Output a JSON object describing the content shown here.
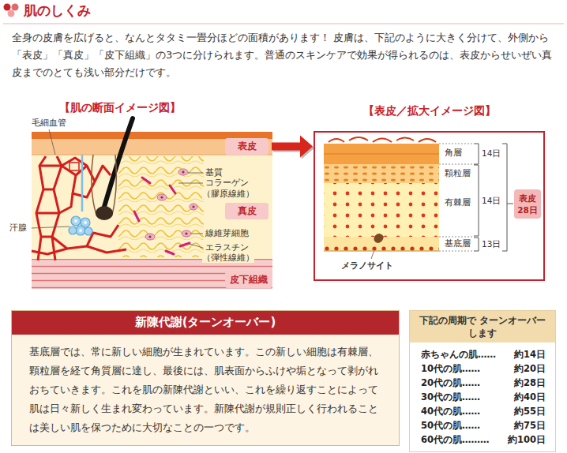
{
  "diagram": {
    "title": "肌のしくみ",
    "nodes": [
      {
        "text": [
          "表皮"
        ]
      },
      {
        "text": [
          "真皮"
        ]
      },
      {
        "text": [
          "皮下組織"
        ]
      },
      {
        "text": [
          "【表皮／拡大イメージ図】"
        ]
      },
      {
        "text": [
          "表皮",
          "28日"
        ],
        "in": 3
      },
      {
        "text": [
          "新陳代謝(ターンオーバー)",
          "基底層では、常に新しい細胞が生まれています。この新しい細胞は有棘層、顆粒層を経て角質層に達し、最後には、肌表面からふけや垢となって剥がれおちていきます。これを肌の新陳代謝といい、これを繰り返すことによって肌は日々新しく生まれ変わっています。新陳代謝が規則正しく行われることは美しい肌を保つために大切なことの一つです。"
        ]
      },
      {
        "text": [
          "下記の周期で ターンオーバーします",
          "赤ちゃんの肌……",
          "約14日",
          "10代の肌……",
          "約20日",
          "20代の肌……",
          "約28日",
          "30代の肌……",
          "約40日",
          "40代の肌……",
          "約55日",
          "50代の肌……",
          "約75日",
          "60代の肌………",
          "約100日"
        ]
      }
    ],
    "edges": [
      {
        "from": 0,
        "to": 3,
        "arrow": "to"
      }
    ],
    "labels": [
      "全身の皮膚を広げると、なんとタタミ一畳分ほどの面積があります！ 皮膚は、下記のように大きく分けて、外側から「表皮」「真皮」「皮下組織」の3つに分けられます。普通のスキンケアで効果が得られるのは、表皮からせいぜい真皮までのとても浅い部分だけです。",
      "【肌の断面イメージ図】",
      "毛細血管",
      "汗腺",
      "基質",
      "コラーゲン",
      "（膠原線維）",
      "線維芽細胞",
      "エラスチン",
      "（弾性線維）",
      "角層",
      "顆粒層",
      "有棘層",
      "基底層",
      "14日",
      "14日",
      "13日",
      "メラノサイト"
    ]
  }
}
